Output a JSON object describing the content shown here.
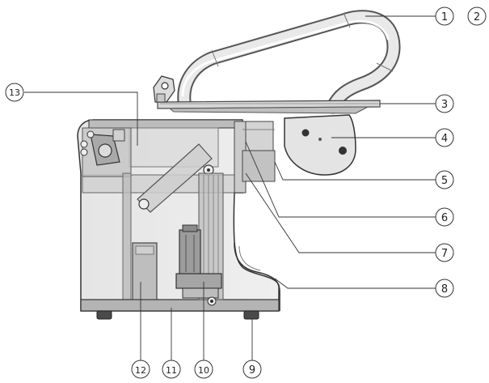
{
  "diagram": {
    "callouts": [
      {
        "label": "1"
      },
      {
        "label": "2"
      },
      {
        "label": "3"
      },
      {
        "label": "4"
      },
      {
        "label": "5"
      },
      {
        "label": "6"
      },
      {
        "label": "7"
      },
      {
        "label": "8"
      },
      {
        "label": "9"
      },
      {
        "label": "10"
      },
      {
        "label": "11"
      },
      {
        "label": "12"
      },
      {
        "label": "13"
      }
    ]
  }
}
